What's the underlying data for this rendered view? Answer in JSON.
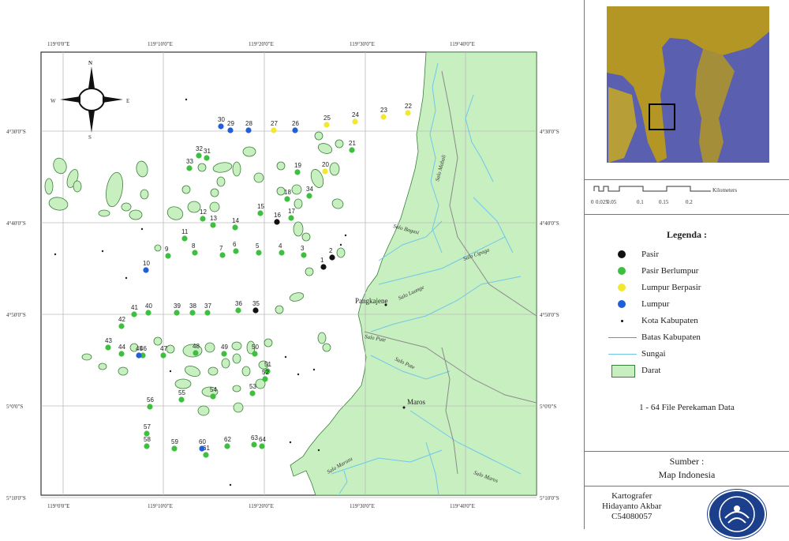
{
  "map": {
    "lon_labels": [
      "119°0'0\"E",
      "119°10'0\"E",
      "119°20'0\"E",
      "119°30'0\"E",
      "119°40'0\"E"
    ],
    "lat_labels": [
      "4°30'0\"S",
      "4°40'0\"S",
      "4°50'0\"S",
      "5°0'0\"S",
      "5°10'0\"S"
    ],
    "compass": {
      "n": "N",
      "s": "S",
      "e": "E",
      "w": "W"
    },
    "towns": [
      {
        "name": "Pangkajene"
      },
      {
        "name": "Maros"
      }
    ],
    "rivers": [
      {
        "name": "Salo Mabali"
      },
      {
        "name": "Salo Bagasi"
      },
      {
        "name": "Salo Cipaga"
      },
      {
        "name": "Salo Luange"
      },
      {
        "name": "Salo Pute"
      },
      {
        "name": "Salo Pute"
      },
      {
        "name": "Salo Marusu"
      },
      {
        "name": "Salo Maros"
      }
    ],
    "points_pasir": [
      "1",
      "2",
      "16",
      "35"
    ],
    "points_pasir_berlumpur": [
      "3",
      "4",
      "5",
      "6",
      "7",
      "8",
      "9",
      "11",
      "12",
      "13",
      "14",
      "15",
      "17",
      "18",
      "19",
      "21",
      "31",
      "32",
      "33",
      "34",
      "36",
      "37",
      "38",
      "39",
      "40",
      "41",
      "42",
      "43",
      "44",
      "46",
      "47",
      "48",
      "49",
      "50",
      "51",
      "52",
      "53",
      "54",
      "55",
      "56",
      "57",
      "58",
      "59",
      "61",
      "62",
      "63",
      "64"
    ],
    "points_lumpur_berpasir": [
      "20",
      "22",
      "23",
      "24",
      "25",
      "27"
    ],
    "points_lumpur": [
      "10",
      "26",
      "28",
      "29",
      "30",
      "45",
      "60"
    ]
  },
  "scale": {
    "unit": "Kilometers",
    "ticks": [
      "0",
      "0.025",
      "0.05",
      "0.1",
      "0.15",
      "0.2"
    ]
  },
  "legend": {
    "title": "Legenda :",
    "items": [
      {
        "label": "Pasir",
        "color": "#111111"
      },
      {
        "label": "Pasir Berlumpur",
        "color": "#3fbf3f"
      },
      {
        "label": "Lumpur Berpasir",
        "color": "#f2e832"
      },
      {
        "label": "Lumpur",
        "color": "#1f5fd8"
      },
      {
        "label": "Kota Kabupaten"
      },
      {
        "label": "Batas Kabupaten"
      },
      {
        "label": "Sungai"
      },
      {
        "label": "Darat"
      }
    ],
    "footer": "1 - 64 File Perekaman Data"
  },
  "source": {
    "line1": "Sumber :",
    "line2": "Map Indonesia"
  },
  "credit": {
    "line1": "Kartografer",
    "line2": "Hidayanto Akbar",
    "line3": "C54080057"
  },
  "colors": {
    "land": "#c8efc0",
    "land_stroke": "#3a7f3a",
    "river": "#6fc7e8",
    "boundary": "#8a8a8a",
    "grid": "#bbbbbb"
  }
}
